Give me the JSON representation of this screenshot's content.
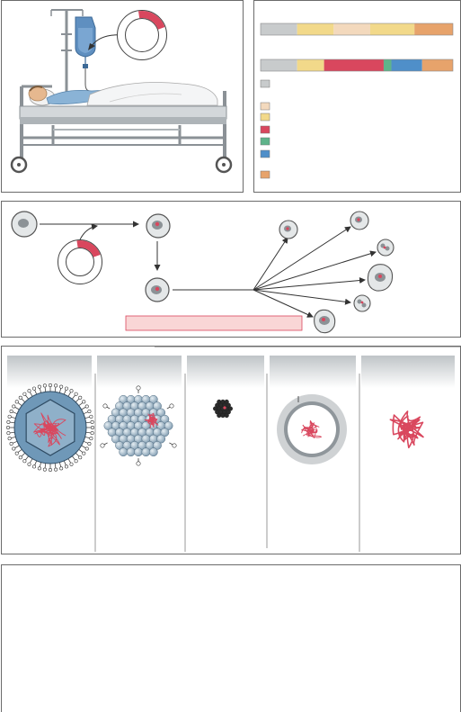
{
  "colors": {
    "grey": "#c8cbcc",
    "yellow": "#f2d98a",
    "peach": "#f3d9bd",
    "red": "#d9475e",
    "green": "#5fb38a",
    "blue": "#4f8fc9",
    "orange": "#e7a36b",
    "pink_box": "#f9d6d6",
    "cell": "#d6dadc",
    "capsid": "#9fb3c2",
    "envelope": "#6f98b8",
    "dna": "#d9475e",
    "gradient_top": "#c9cdd0"
  },
  "panel_a": {
    "vector_segment_fraction": 0.22
  },
  "panel_b": {
    "bar1": [
      {
        "color": "grey",
        "fraction": 0.19
      },
      {
        "color": "yellow",
        "fraction": 0.19
      },
      {
        "color": "peach",
        "fraction": 0.19
      },
      {
        "color": "yellow",
        "fraction": 0.23
      },
      {
        "color": "orange",
        "fraction": 0.2
      }
    ],
    "bar2": [
      {
        "color": "grey",
        "fraction": 0.19
      },
      {
        "color": "yellow",
        "fraction": 0.14
      },
      {
        "color": "red",
        "fraction": 0.31
      },
      {
        "color": "green",
        "fraction": 0.04
      },
      {
        "color": "blue",
        "fraction": 0.16
      },
      {
        "color": "orange",
        "fraction": 0.16
      }
    ],
    "legend": [
      "grey",
      "peach",
      "yellow",
      "red",
      "green",
      "blue",
      "orange"
    ]
  },
  "panel_c": {
    "vector_segment_fraction": 0.22
  },
  "vector_types": [
    "enveloped",
    "icosahedral",
    "small",
    "liposome",
    "naked"
  ]
}
